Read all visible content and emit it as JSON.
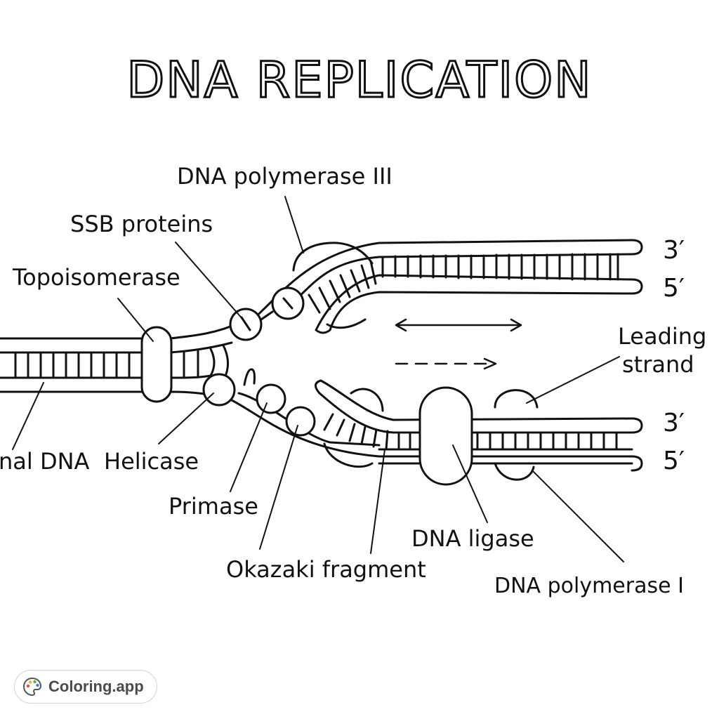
{
  "title": "DNA REPLICATION",
  "labels": {
    "dna_pol_3": "DNA polymerase III",
    "ssb": "SSB proteins",
    "topoisomerase": "Topoisomerase",
    "original_dna": "nal DNA",
    "helicase": "Helicase",
    "primase": "Primase",
    "okazaki": "Okazaki fragment",
    "ligase": "DNA ligase",
    "dna_pol_1": "DNA polymerase I",
    "leading_line1": "Leading",
    "leading_line2": "strand",
    "top_3prime": "3′",
    "top_5prime": "5′",
    "bottom_3prime": "3′",
    "bottom_5prime": "5′"
  },
  "brand": {
    "name": "Coloring.app",
    "icon": "palette-icon"
  }
}
